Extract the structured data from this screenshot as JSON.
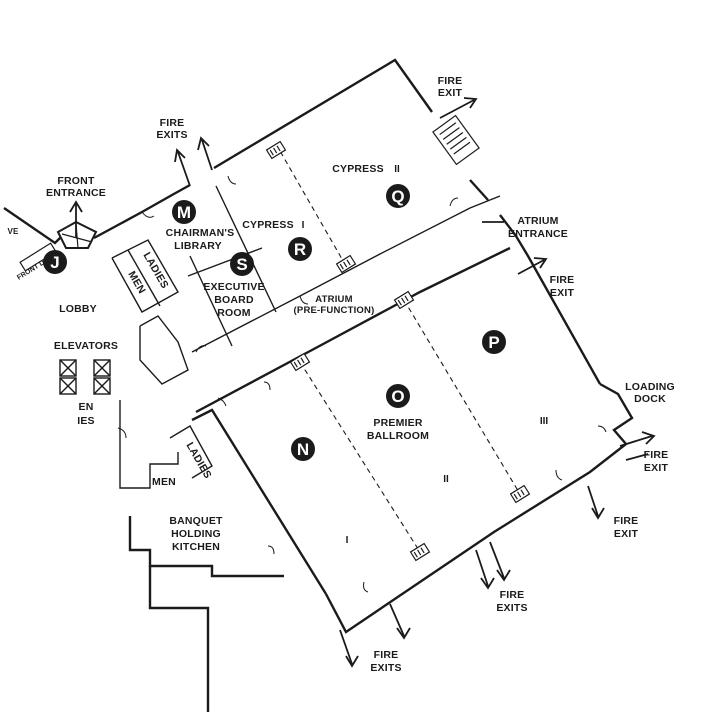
{
  "colors": {
    "ink": "#1b1b1b",
    "background": "#ffffff",
    "badge_text": "#ffffff"
  },
  "labels": {
    "front_entrance_1": "FRONT",
    "front_entrance_2": "ENTRANCE",
    "front_desk": "FRONT DESK",
    "partial_ve": "VE",
    "lobby": "LOBBY",
    "elevators": "ELEVATORS",
    "men_upper": "MEN",
    "ladies_upper": "LADIES",
    "partial_men": "EN",
    "partial_ladies": "IES",
    "chairmans_1": "CHAIRMAN'S",
    "chairmans_2": "LIBRARY",
    "executive_1": "EXECUTIVE",
    "executive_2": "BOARD",
    "executive_3": "ROOM",
    "cypress_i": "CYPRESS",
    "cypress_i_num": "I",
    "cypress_ii": "CYPRESS",
    "cypress_ii_num": "II",
    "atrium_1": "ATRIUM",
    "atrium_2": "(PRE-FUNCTION)",
    "atrium_entrance_1": "ATRIUM",
    "atrium_entrance_2": "ENTRANCE",
    "fire_exit_top_1": "FIRE",
    "fire_exit_top_2": "EXIT",
    "fire_exits_left_1": "FIRE",
    "fire_exits_left_2": "EXITS",
    "fire_exit_right_1": "FIRE",
    "fire_exit_right_2": "EXIT",
    "loading_1": "LOADING",
    "loading_2": "DOCK",
    "fire_exit_dock_1": "FIRE",
    "fire_exit_dock_2": "EXIT",
    "fire_exit_lower_1": "FIRE",
    "fire_exit_lower_2": "EXIT",
    "fire_exits_bottom_1": "FIRE",
    "fire_exits_bottom_2": "EXITS",
    "fire_exits_lowest_1": "FIRE",
    "fire_exits_lowest_2": "EXITS",
    "premier_1": "PREMIER",
    "premier_2": "BALLROOM",
    "ballroom_i": "I",
    "ballroom_ii": "II",
    "ballroom_iii": "III",
    "ladies_lower": "LADIES",
    "men_lower": "MEN",
    "banquet_1": "BANQUET",
    "banquet_2": "HOLDING",
    "banquet_3": "KITCHEN"
  },
  "badges": {
    "J": "J",
    "M": "M",
    "S": "S",
    "R": "R",
    "Q": "Q",
    "P": "P",
    "O": "O",
    "N": "N"
  }
}
